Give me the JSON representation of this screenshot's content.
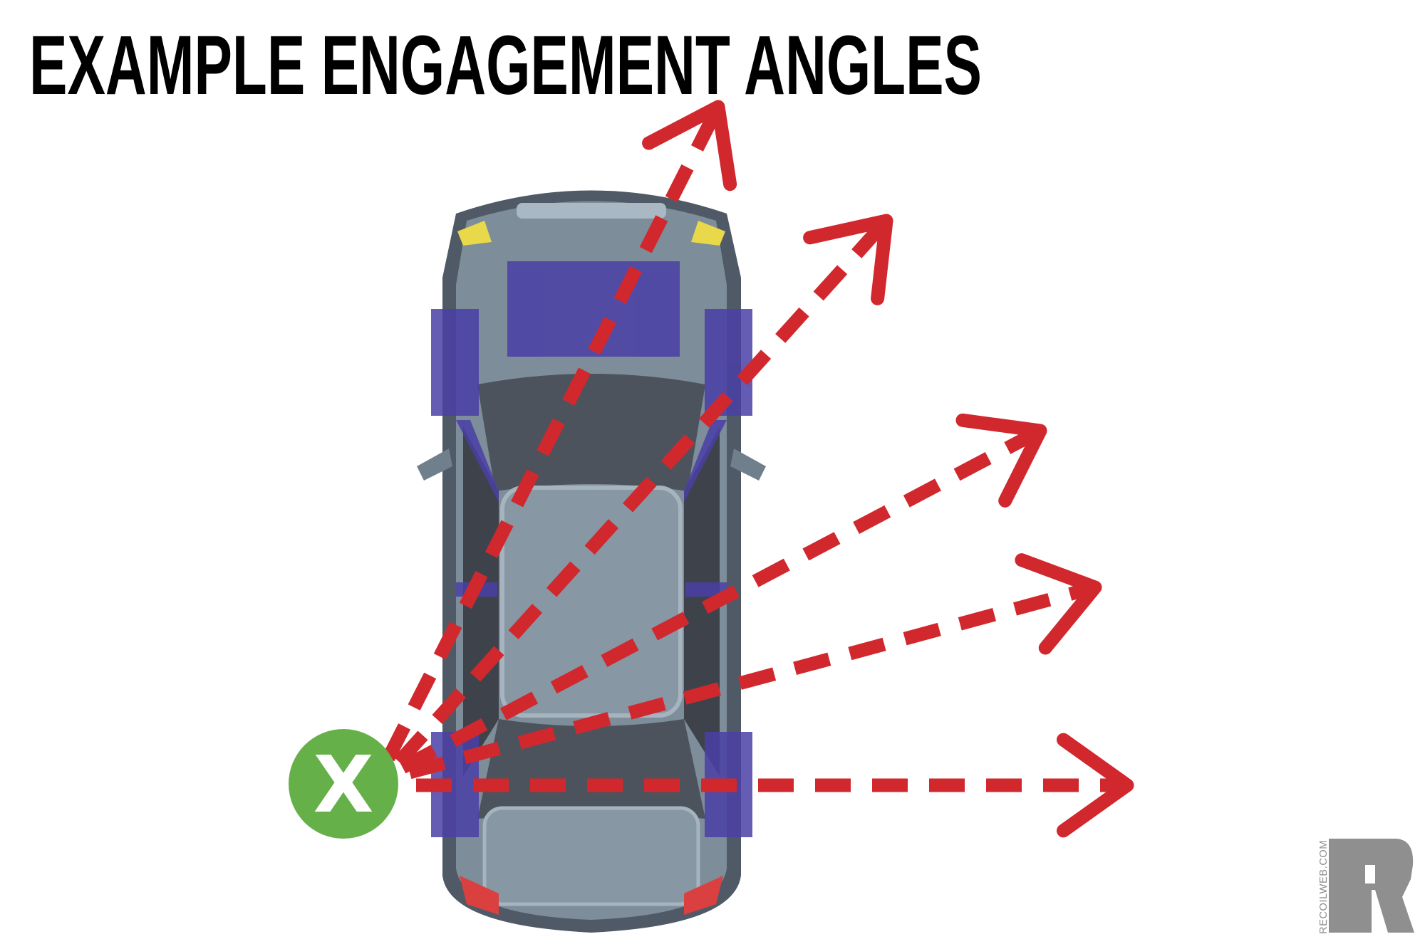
{
  "title": "EXAMPLE ENGAGEMENT ANGLES",
  "shooter_marker": {
    "label": "X",
    "color": "#66b04a"
  },
  "arrows": {
    "color": "#d1282e",
    "count": 5,
    "style": "dashed"
  },
  "vehicle": {
    "body_color": "#7d8d9a",
    "cover_zone_color": "#4a3fa6"
  },
  "logo": {
    "text": "RECOILWEB.COM",
    "color": "#8f8f8f"
  }
}
